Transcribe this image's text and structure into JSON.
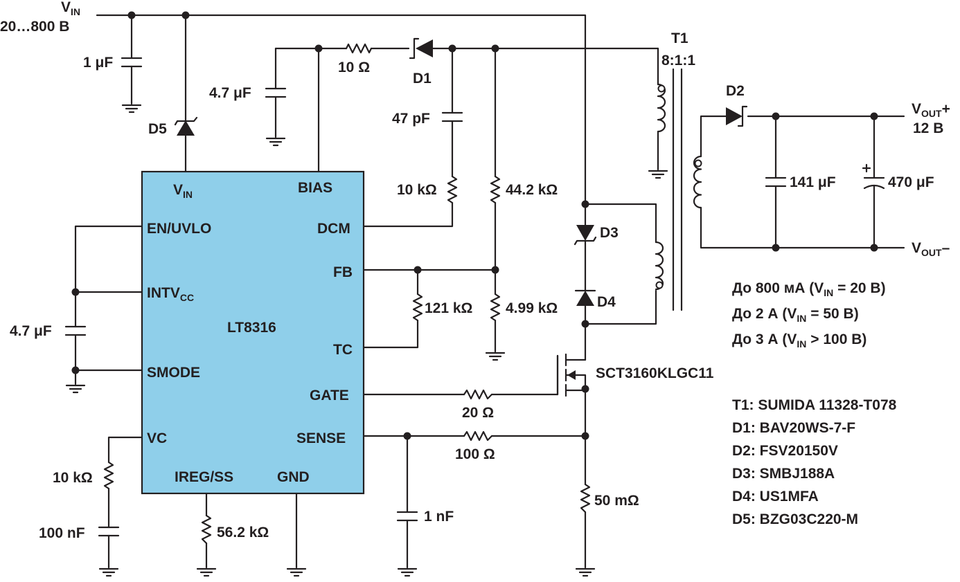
{
  "vin": {
    "main": "V",
    "sub": "IN",
    "range": "20…800 В"
  },
  "caps": {
    "c_in": "1 μF",
    "c_bias": "4.7 μF",
    "c_dcm": "47 pF",
    "c_intvcc": "4.7 μF",
    "c_vc": "100 nF",
    "c_sense": "1 nF",
    "c_out1": "141 μF",
    "c_out2": "470 μF"
  },
  "resistors": {
    "r_bias": "10 Ω",
    "r_dcm": "10 kΩ",
    "r_fb_top": "44.2 kΩ",
    "r_tc": "121 kΩ",
    "r_fb_bot": "4.99 kΩ",
    "r_gate": "20 Ω",
    "r_sense": "100 Ω",
    "r_shunt": "50 mΩ",
    "r_vc": "10 kΩ",
    "r_ireg": "56.2 kΩ"
  },
  "diodes": {
    "d1": "D1",
    "d2": "D2",
    "d3": "D3",
    "d4": "D4",
    "d5": "D5"
  },
  "transformer": {
    "name": "T1",
    "ratio": "8:1:1"
  },
  "mosfet": "SCT3160KLGC11",
  "chip": {
    "name": "LT8316",
    "pins": {
      "vin_main": "V",
      "vin_sub": "IN",
      "bias": "BIAS",
      "en": "EN/UVLO",
      "dcm": "DCM",
      "fb": "FB",
      "intvcc_main": "INTV",
      "intvcc_sub": "CC",
      "smode": "SMODE",
      "tc": "TC",
      "gate": "GATE",
      "vc": "VC",
      "sense": "SENSE",
      "ireg": "IREG/SS",
      "gnd": "GND"
    }
  },
  "output": {
    "pos_main": "V",
    "pos_sub": "OUT",
    "pos_sign": "+",
    "voltage": "12 В",
    "neg_main": "V",
    "neg_sub": "OUT",
    "neg_sign": "–"
  },
  "specs": [
    {
      "a": "До 800 мА (V",
      "sub": "IN",
      "b": " = 20 В)"
    },
    {
      "a": "До 2 А (V",
      "sub": "IN",
      "b": " = 50 В)"
    },
    {
      "a": "До 3 А (V",
      "sub": "IN",
      "b": " > 100 В)"
    }
  ],
  "bom": [
    "T1: SUMIDA 11328-T078",
    "D1: BAV20WS-7-F",
    "D2: FSV20150V",
    "D3: SMBJ188A",
    "D4: US1MFA",
    "D5: BZG03C220-M"
  ]
}
